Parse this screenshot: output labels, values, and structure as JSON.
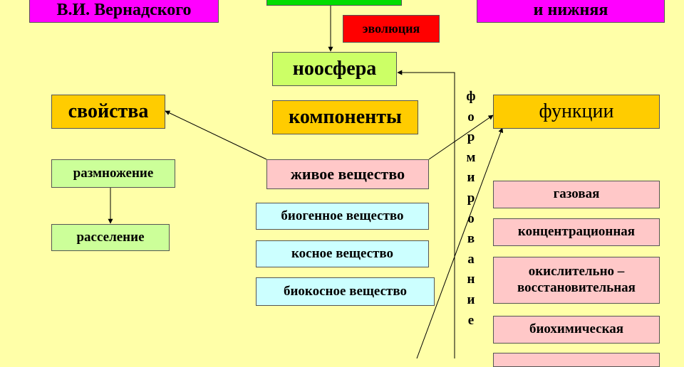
{
  "colors": {
    "background": "#ffffa8",
    "magenta": "#ff00ff",
    "green": "#00dd00",
    "red": "#ff0000",
    "lime": "#ccff66",
    "orange": "#ffcc00",
    "pink": "#ffc8c8",
    "cyan": "#ccffff",
    "light_green": "#ccff99"
  },
  "diagram": {
    "vernadsky_label": "В.И. Вернадского",
    "lower_label": "и нижняя",
    "evolution_label": "эволюция",
    "noosphere_label": "ноосфера",
    "components_label": "компоненты",
    "properties_label": "свойства",
    "functions_label": "функции",
    "living_matter_label": "живое вещество",
    "biogenic_label": "биогенное вещество",
    "inert_label": "косное вещество",
    "bioinert_label": "биокосное вещество",
    "reproduction_label": "размножение",
    "dispersal_label": "расселение",
    "gas_label": "газовая",
    "concentration_label": "концентрационная",
    "redox_label": "окислительно –\nвосстановительная",
    "biochemical_label": "биохимическая",
    "formation_letters": [
      "ф",
      "о",
      "р",
      "м",
      "и",
      "р",
      "о",
      "в",
      "а",
      "н",
      "и",
      "е"
    ]
  }
}
